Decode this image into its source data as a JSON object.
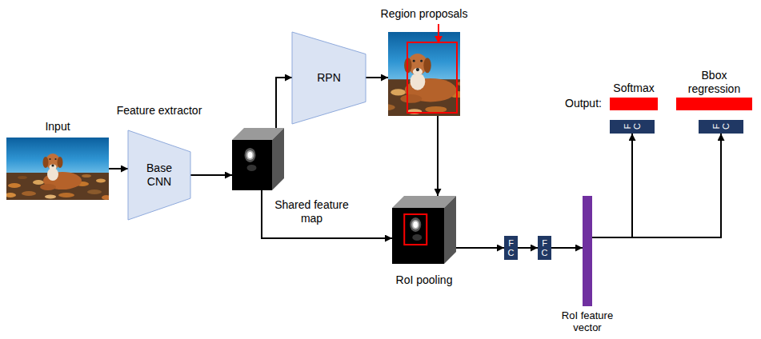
{
  "diagram": {
    "nodes": [
      {
        "text": [
          "Input"
        ]
      },
      {
        "text": [
          "Feature extractor",
          "Base CNN"
        ]
      },
      {
        "text": [
          "Shared feature map"
        ]
      },
      {
        "text": [
          "RPN"
        ]
      },
      {
        "text": [
          "Region proposals"
        ]
      },
      {
        "text": [
          "RoI pooling"
        ]
      },
      {
        "text": [
          "FC"
        ]
      },
      {
        "text": [
          "FC"
        ]
      },
      {
        "text": [
          "RoI feature vector"
        ]
      },
      {
        "text": [
          "FC"
        ]
      },
      {
        "text": [
          "Softmax"
        ]
      },
      {
        "text": [
          "FC"
        ]
      },
      {
        "text": [
          "Bbox regression"
        ]
      }
    ],
    "edges": [
      {
        "from": 0,
        "to": 1,
        "arrow": "to"
      },
      {
        "from": 1,
        "to": 2,
        "arrow": "to"
      },
      {
        "from": 2,
        "to": 3,
        "arrow": "to"
      },
      {
        "from": 3,
        "to": 4,
        "arrow": "to"
      },
      {
        "from": 4,
        "to": 5,
        "arrow": "to"
      },
      {
        "from": 2,
        "to": 5,
        "arrow": "to"
      },
      {
        "from": 5,
        "to": 6,
        "arrow": "to"
      },
      {
        "from": 6,
        "to": 7,
        "arrow": "to"
      },
      {
        "from": 7,
        "to": 8,
        "arrow": "to"
      },
      {
        "from": 8,
        "to": 9,
        "arrow": "to"
      },
      {
        "from": 8,
        "to": 11,
        "arrow": "to"
      }
    ],
    "labels": [
      "Output:"
    ]
  }
}
